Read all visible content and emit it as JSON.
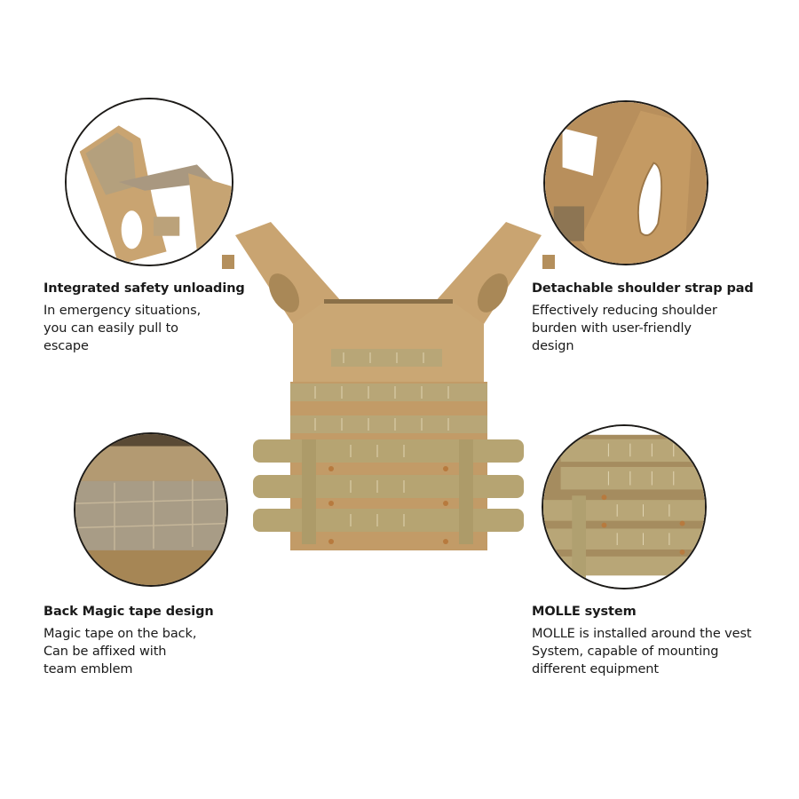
{
  "features": [
    {
      "id": "integrated-safety-unloading",
      "title": "Integrated safety unloading",
      "description": "In emergency situations,\nyou can easily pull to\nescape",
      "detail_image": "shoulder-quick-release-closeup"
    },
    {
      "id": "detachable-shoulder-strap-pad",
      "title": "Detachable shoulder strap pad",
      "description": "Effectively reducing shoulder\nburden with user-friendly\ndesign",
      "detail_image": "shoulder-pad-closeup"
    },
    {
      "id": "back-magic-tape-design",
      "title": "Back Magic tape design",
      "description": "Magic tape on the back,\nCan be affixed with\nteam emblem",
      "detail_image": "velcro-panel-closeup"
    },
    {
      "id": "molle-system",
      "title": "MOLLE system",
      "description": "MOLLE is installed around the vest\nSystem, capable of mounting\ndifferent equipment",
      "detail_image": "molle-webbing-closeup"
    }
  ],
  "product": {
    "image": "tactical-plate-carrier-vest-back-view",
    "color_name": "coyote-tan"
  },
  "colors": {
    "fabric": "#c9a471",
    "fabric_shadow": "#a98857",
    "webbing": "#b8a677",
    "velcro": "#a89c86",
    "bungee": "#b77a3e",
    "circle_border": "#1c1a17",
    "text": "#1a1a1a"
  }
}
